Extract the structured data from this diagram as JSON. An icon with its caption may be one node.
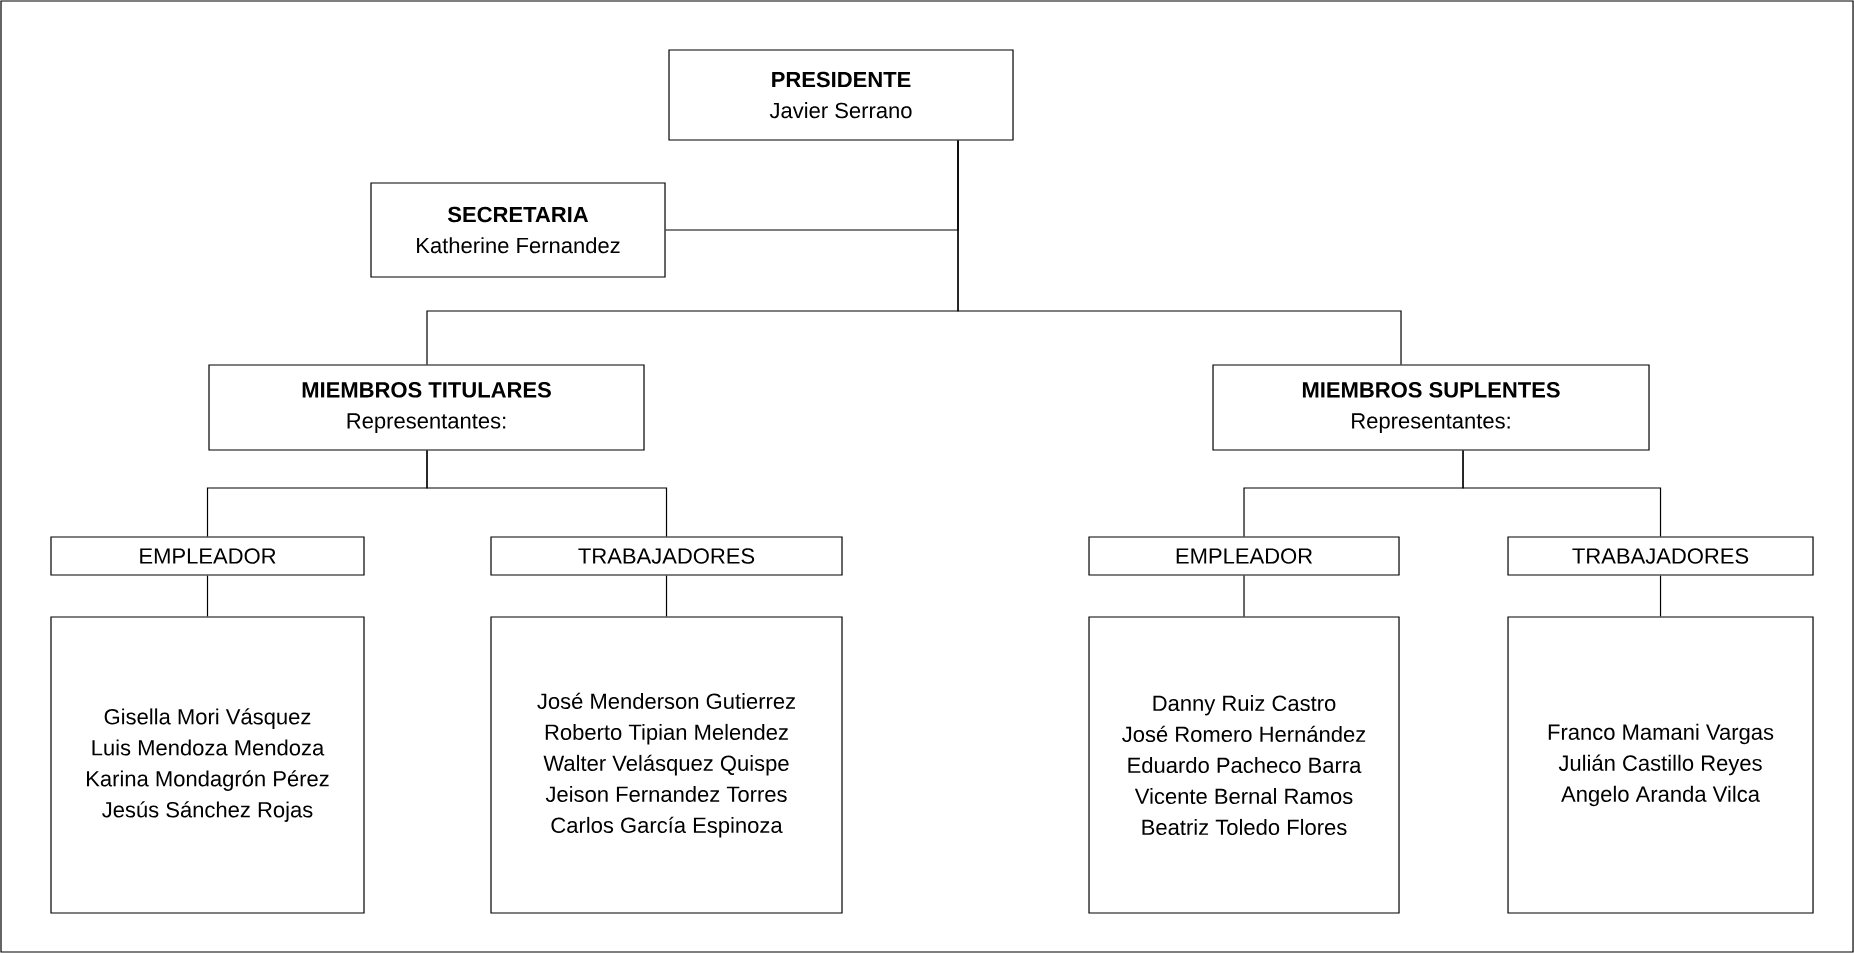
{
  "diagram": {
    "nodes": [
      {
        "text": [
          "PRESIDENTE",
          "Javier Serrano"
        ]
      },
      {
        "text": [
          "SECRETARIA",
          "Katherine Fernandez"
        ]
      },
      {
        "text": [
          "MIEMBROS TITULARES",
          "Representantes:"
        ]
      },
      {
        "text": [
          "MIEMBROS SUPLENTES",
          "Representantes:"
        ]
      },
      {
        "text": [
          "EMPLEADOR"
        ]
      },
      {
        "text": [
          "TRABAJADORES"
        ]
      },
      {
        "text": [
          "EMPLEADOR"
        ]
      },
      {
        "text": [
          "TRABAJADORES"
        ]
      },
      {
        "text": [
          "Gisella Mori Vásquez",
          "Luis Mendoza Mendoza",
          "Karina Mondagrón Pérez",
          "Jesús Sánchez Rojas"
        ]
      },
      {
        "text": [
          "José Menderson Gutierrez",
          "Roberto Tipian Melendez",
          "Walter Velásquez Quispe",
          "Jeison Fernandez Torres",
          "Carlos García Espinoza"
        ]
      },
      {
        "text": [
          "Danny Ruiz Castro",
          "José Romero Hernández",
          "Eduardo Pacheco Barra",
          "Vicente Bernal Ramos",
          "Beatriz Toledo Flores"
        ]
      },
      {
        "text": [
          "Franco Mamani Vargas",
          "Julián Castillo Reyes",
          "Angelo Aranda Vilca"
        ]
      }
    ],
    "edges": [
      {
        "from": 0,
        "to": 1,
        "arrow": "none"
      },
      {
        "from": 0,
        "to": 2,
        "arrow": "none"
      },
      {
        "from": 0,
        "to": 3,
        "arrow": "none"
      },
      {
        "from": 2,
        "to": 4,
        "arrow": "none"
      },
      {
        "from": 2,
        "to": 5,
        "arrow": "none"
      },
      {
        "from": 3,
        "to": 6,
        "arrow": "none"
      },
      {
        "from": 3,
        "to": 7,
        "arrow": "none"
      },
      {
        "from": 4,
        "to": 8,
        "arrow": "none"
      },
      {
        "from": 5,
        "to": 9,
        "arrow": "none"
      },
      {
        "from": 6,
        "to": 10,
        "arrow": "none"
      },
      {
        "from": 7,
        "to": 11,
        "arrow": "none"
      }
    ]
  }
}
